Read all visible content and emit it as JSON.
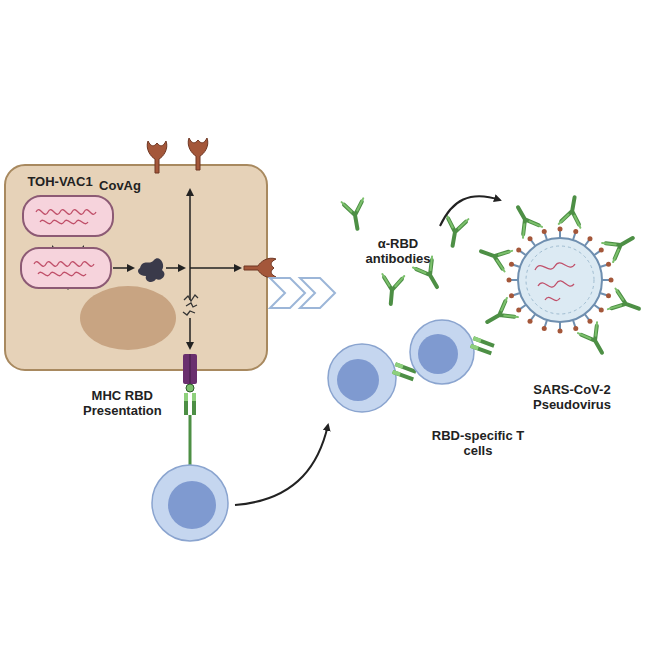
{
  "diagram": {
    "labels": [
      "TOH-VAC1",
      "CovAg",
      "α-RBD antibodies",
      "SARS-CoV-2 Pseudovirus",
      "MHC RBD Presentation",
      "RBD-specific T cells"
    ]
  }
}
